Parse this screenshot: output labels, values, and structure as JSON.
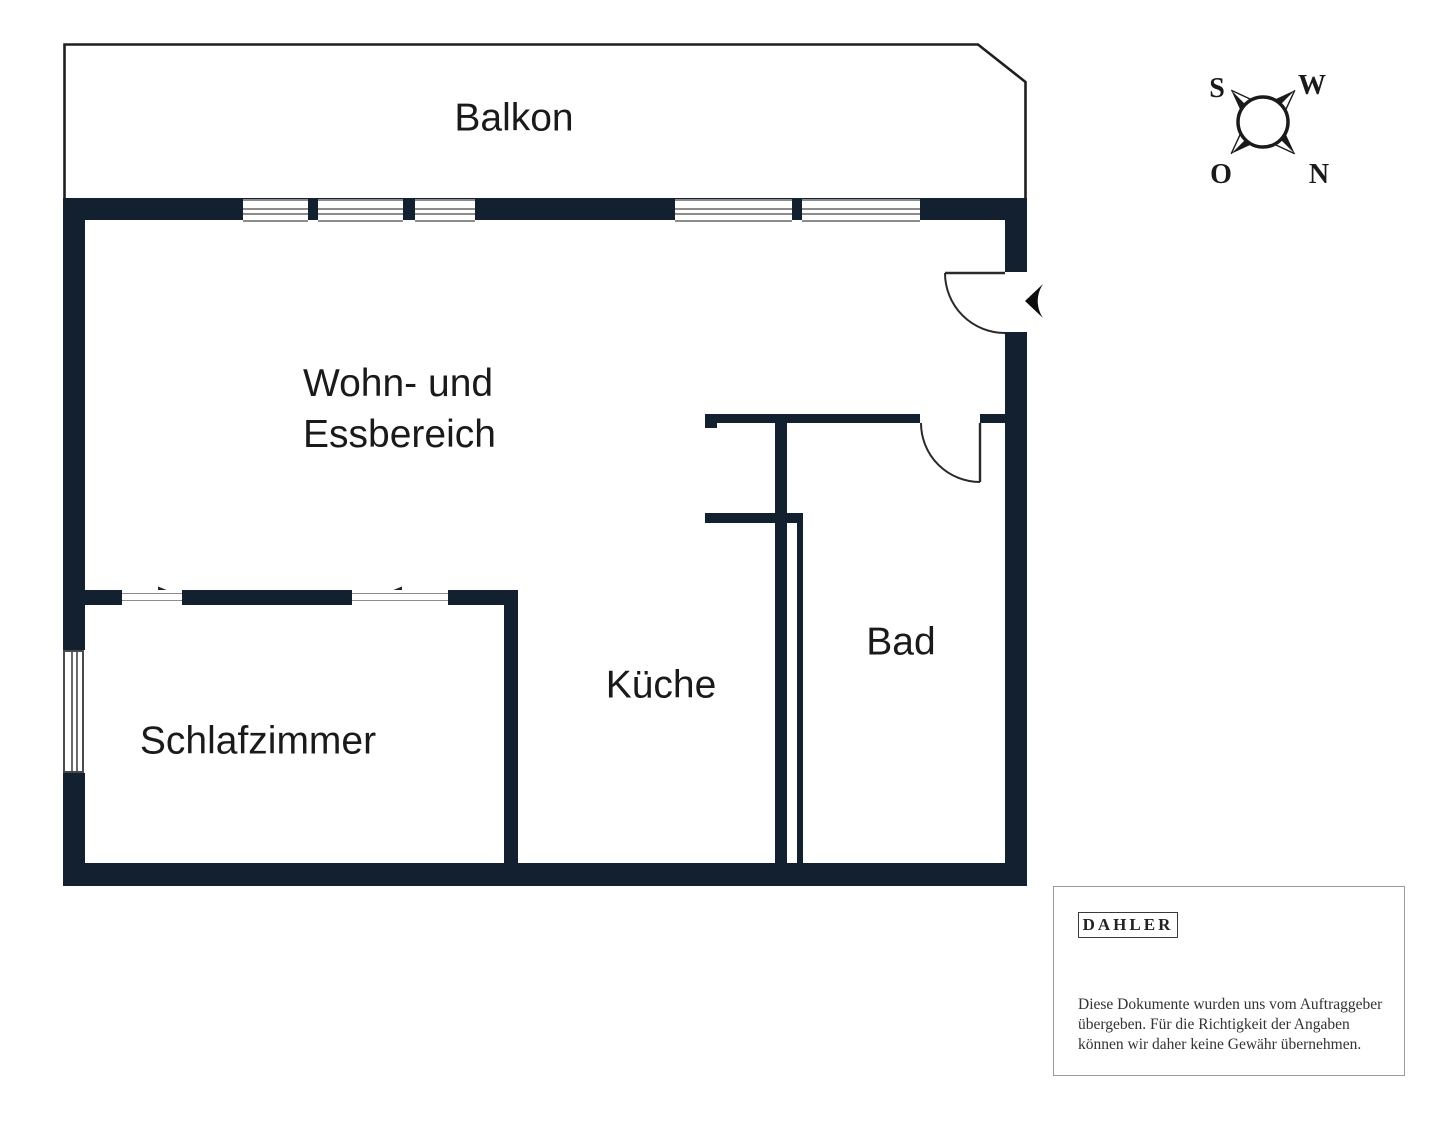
{
  "rooms": {
    "balkon": "Balkon",
    "wohnbereich_line1": "Wohn- und",
    "wohnbereich_line2": "Essbereich",
    "kueche": "Küche",
    "bad": "Bad",
    "schlafzimmer": "Schlafzimmer"
  },
  "compass": {
    "s": "S",
    "w": "W",
    "o": "O",
    "n": "N"
  },
  "branding": {
    "logo": "DAHLER",
    "disclaimer": [
      "Diese Dokumente wurden uns vom Auftraggeber",
      "übergeben. Für die Richtigkeit der Angaben",
      "können wir daher keine Gewähr übernehmen."
    ]
  },
  "colors": {
    "wall": "#132030",
    "outline": "#1f1f1f",
    "window_frame": "#8c8c8c",
    "text": "#1a1a1a",
    "brand_box_border": "#9a9a9a"
  }
}
